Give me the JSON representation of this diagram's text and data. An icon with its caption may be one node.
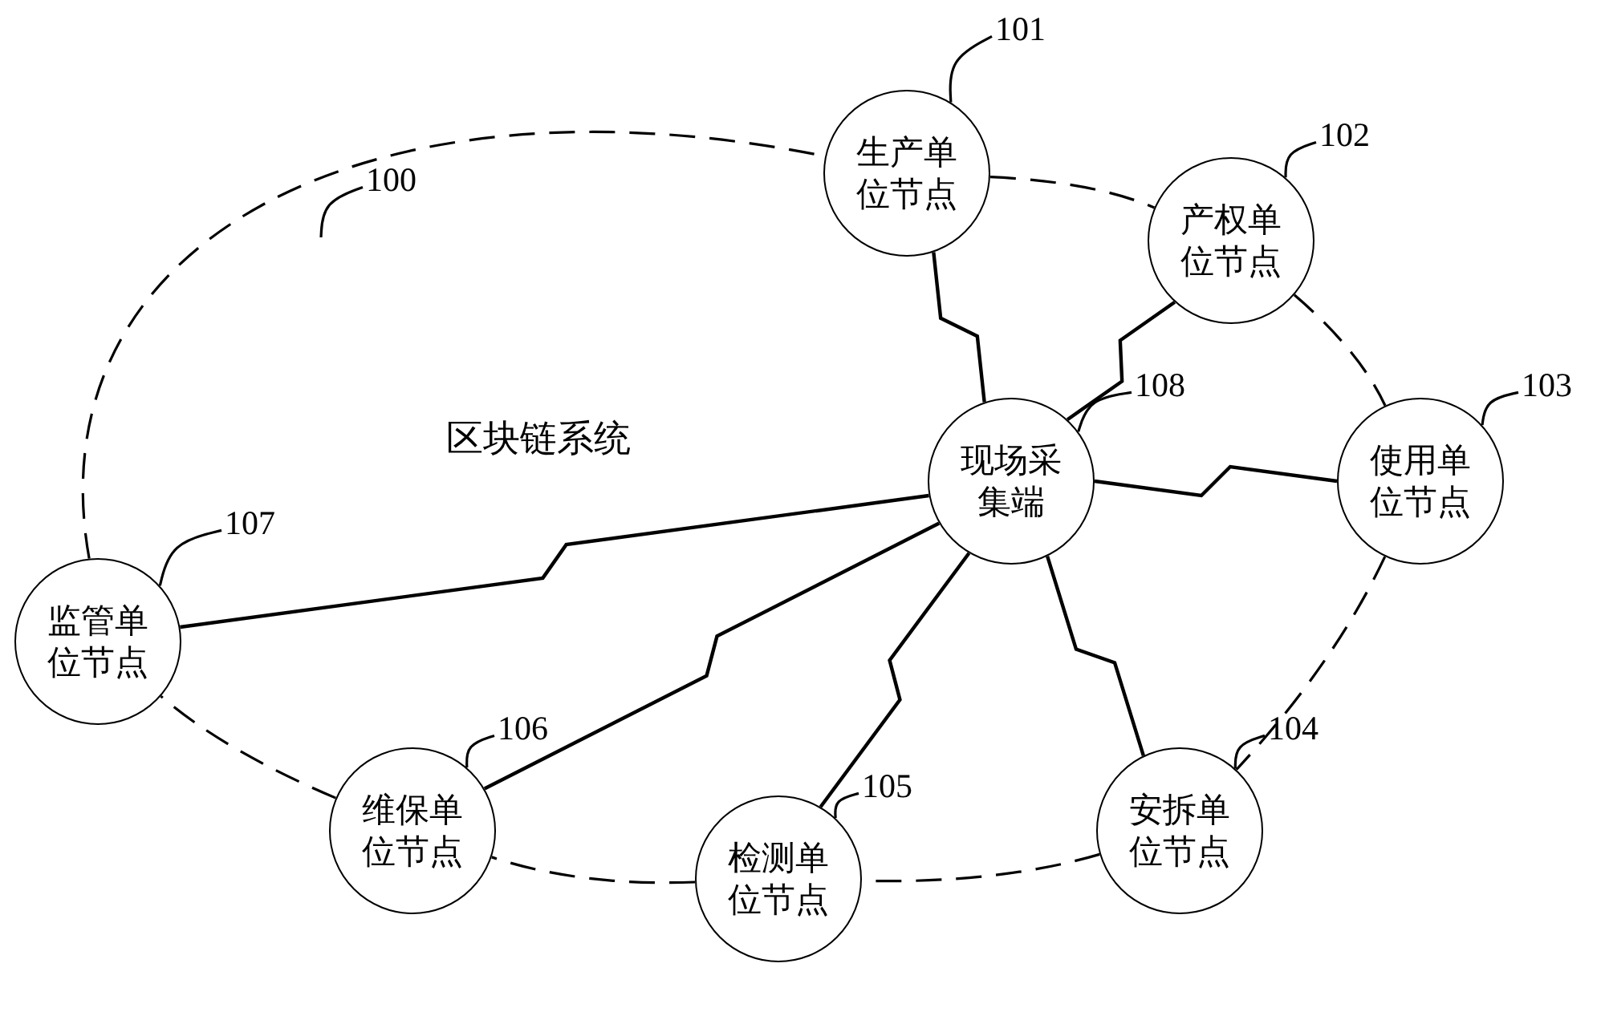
{
  "diagram": {
    "nodes": [
      {
        "text": [
          "生产单位节点"
        ]
      },
      {
        "text": [
          "产权单位节点"
        ]
      },
      {
        "text": [
          "使用单位节点"
        ]
      },
      {
        "text": [
          "安拆单位节点"
        ]
      },
      {
        "text": [
          "检测单位节点"
        ]
      },
      {
        "text": [
          "维保单位节点"
        ]
      },
      {
        "text": [
          "监管单位节点"
        ]
      },
      {
        "text": [
          "现场采集端"
        ]
      },
      {
        "text": [
          "100"
        ]
      },
      {
        "text": [
          "101"
        ]
      },
      {
        "text": [
          "102"
        ]
      },
      {
        "text": [
          "103"
        ]
      },
      {
        "text": [
          "104"
        ]
      },
      {
        "text": [
          "105"
        ]
      },
      {
        "text": [
          "106"
        ]
      },
      {
        "text": [
          "107"
        ]
      },
      {
        "text": [
          "108"
        ]
      }
    ],
    "edges": [
      {
        "from": 0,
        "to": 1,
        "arrow": "none",
        "style": "dashed"
      },
      {
        "from": 1,
        "to": 2,
        "arrow": "none",
        "style": "dashed"
      },
      {
        "from": 2,
        "to": 3,
        "arrow": "none",
        "style": "dashed"
      },
      {
        "from": 3,
        "to": 4,
        "arrow": "none",
        "style": "dashed"
      },
      {
        "from": 4,
        "to": 5,
        "arrow": "none",
        "style": "dashed"
      },
      {
        "from": 5,
        "to": 6,
        "arrow": "none",
        "style": "dashed"
      },
      {
        "from": 6,
        "to": 0,
        "arrow": "none",
        "style": "dashed"
      },
      {
        "from": 7,
        "to": 0,
        "arrow": "none"
      },
      {
        "from": 7,
        "to": 1,
        "arrow": "none"
      },
      {
        "from": 7,
        "to": 2,
        "arrow": "none"
      },
      {
        "from": 7,
        "to": 3,
        "arrow": "none"
      },
      {
        "from": 7,
        "to": 4,
        "arrow": "none"
      },
      {
        "from": 7,
        "to": 5,
        "arrow": "none"
      },
      {
        "from": 7,
        "to": 6,
        "arrow": "none"
      },
      {
        "from": 8,
        "to": null,
        "arrow": "none"
      },
      {
        "from": 9,
        "to": 0,
        "arrow": "none"
      },
      {
        "from": 10,
        "to": 1,
        "arrow": "none"
      },
      {
        "from": 11,
        "to": 2,
        "arrow": "none"
      },
      {
        "from": 12,
        "to": 3,
        "arrow": "none"
      },
      {
        "from": 13,
        "to": 4,
        "arrow": "none"
      },
      {
        "from": 14,
        "to": 5,
        "arrow": "none"
      },
      {
        "from": 15,
        "to": 6,
        "arrow": "none"
      },
      {
        "from": 16,
        "to": 7,
        "arrow": "none"
      }
    ],
    "labels": [
      "区块链系统"
    ]
  }
}
